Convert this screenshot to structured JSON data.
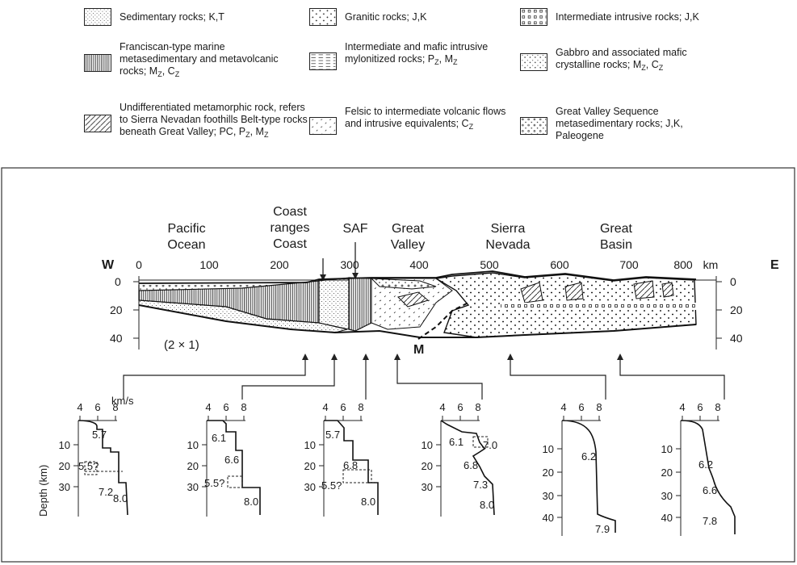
{
  "legend": [
    {
      "id": "sed",
      "pattern": "p-sed",
      "html": "Sedimentary rocks; K,T"
    },
    {
      "id": "gran",
      "pattern": "p-gran",
      "html": "Granitic rocks; J,K"
    },
    {
      "id": "inter",
      "pattern": "p-inter",
      "html": "Intermediate intrusive rocks; J,K"
    },
    {
      "id": "fran",
      "pattern": "p-fran",
      "html": "Franciscan-type marine metasedimentary and metavolcanic rocks; M<span class='sub'>Z</span>, C<span class='sub'>Z</span>"
    },
    {
      "id": "myl",
      "pattern": "p-myl",
      "html": "Intermediate and mafic intrusive mylonitized rocks; P<span class='sub'>Z</span>, M<span class='sub'>Z</span>"
    },
    {
      "id": "gab",
      "pattern": "p-gab",
      "html": "Gabbro and associated mafic crystalline rocks; M<span class='sub'>Z</span>, C<span class='sub'>Z</span>"
    },
    {
      "id": "undiff",
      "pattern": "p-undiff",
      "html": "Undifferentiated metamorphic rock, refers to Sierra Nevadan foothills Belt-type rocks beneath Great Valley; PC, P<span class='sub'>Z</span>, M<span class='sub'>Z</span>"
    },
    {
      "id": "fel",
      "pattern": "p-fel",
      "html": "Felsic to intermediate volcanic flows and intrusive equivalents; C<span class='sub'>Z</span>"
    },
    {
      "id": "gvs",
      "pattern": "p-gvs",
      "html": "Great Valley Sequence metasedimentary rocks; J,K, Paleogene"
    }
  ],
  "section": {
    "west": "W",
    "east": "E",
    "km_unit": "km",
    "x_ticks": [
      "0",
      "100",
      "200",
      "300",
      "400",
      "500",
      "600",
      "700",
      "800"
    ],
    "depth_ticks": [
      "0",
      "20",
      "40"
    ],
    "exaggeration": "(2 × 1)",
    "moho_label": "M",
    "regions": [
      {
        "lines": [
          "Pacific",
          "Ocean"
        ]
      },
      {
        "lines": [
          "Coast",
          "ranges",
          "Coast"
        ]
      },
      {
        "lines": [
          "SAF"
        ]
      },
      {
        "lines": [
          "Great",
          "Valley"
        ]
      },
      {
        "lines": [
          "Sierra",
          "Nevada"
        ]
      },
      {
        "lines": [
          "Great",
          "Basin"
        ]
      }
    ]
  },
  "profiles_axis": {
    "velocity_unit": "km/s",
    "depth_label": "Depth (km)",
    "vel_ticks": [
      "4",
      "6",
      "8"
    ]
  },
  "profiles": [
    {
      "labels": [
        "5.7",
        "5.5?",
        "7.2",
        "8.0"
      ],
      "depth_ticks": [
        "10",
        "20",
        "30"
      ]
    },
    {
      "labels": [
        "6.1",
        "6.6",
        "5.5?",
        "8.0"
      ],
      "depth_ticks": [
        "10",
        "20",
        "30"
      ]
    },
    {
      "labels": [
        "5.7",
        "6.8",
        "5.5?",
        "8.0"
      ],
      "depth_ticks": [
        "10",
        "20",
        "30"
      ]
    },
    {
      "labels": [
        "6.1",
        "7.0",
        "6.8",
        "7.3",
        "8.0"
      ],
      "depth_ticks": [
        "10",
        "20",
        "30"
      ]
    },
    {
      "labels": [
        "6.2",
        "7.9"
      ],
      "depth_ticks": [
        "10",
        "20",
        "30",
        "40"
      ]
    },
    {
      "labels": [
        "6.2",
        "6.6",
        "7.8"
      ],
      "depth_ticks": [
        "10",
        "20",
        "30",
        "40"
      ]
    }
  ]
}
